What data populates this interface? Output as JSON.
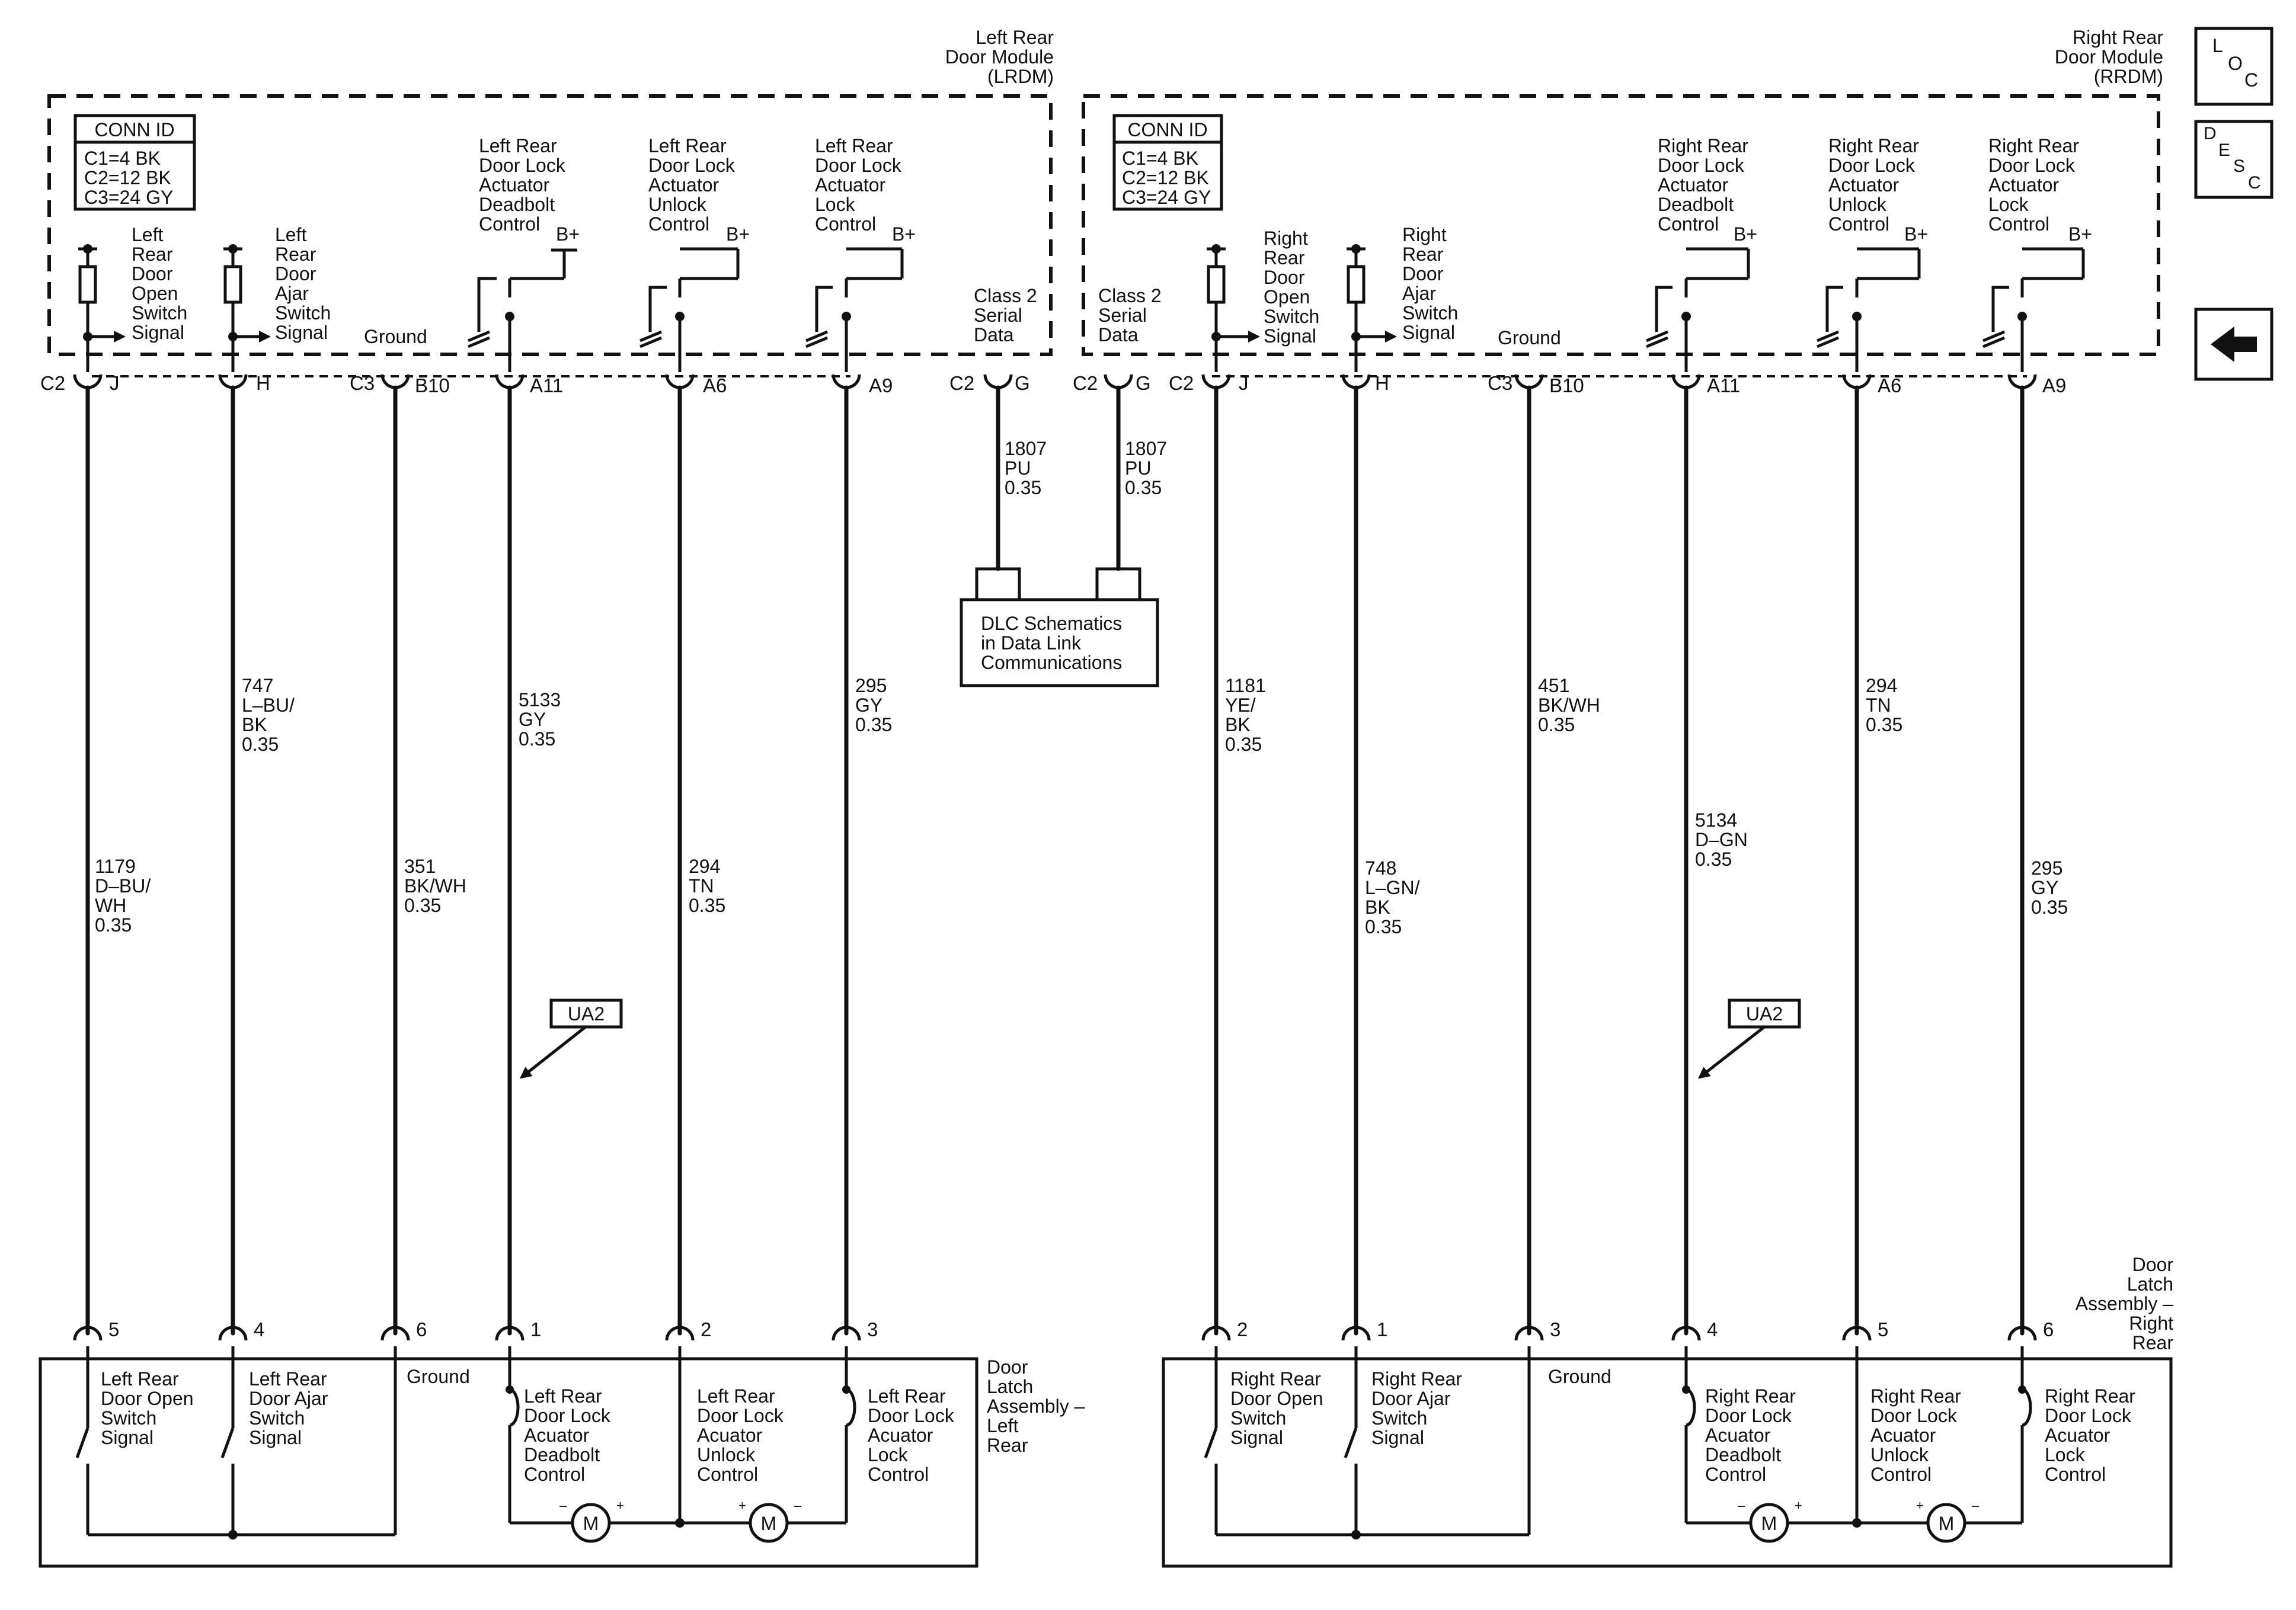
{
  "modules": {
    "lrdm": {
      "title": [
        "Left Rear",
        "Door Module",
        "(LRDM)"
      ]
    },
    "rrdm": {
      "title": [
        "Right Rear",
        "Door Module",
        "(RRDM)"
      ]
    }
  },
  "conn_id": {
    "header": "CONN ID",
    "lines": [
      "C1=4 BK",
      "C2=12 BK",
      "C3=24 GY"
    ]
  },
  "module_labels": {
    "lrdm": [
      [
        "Left",
        "Rear",
        "Door",
        "Open",
        "Switch",
        "Signal"
      ],
      [
        "Left",
        "Rear",
        "Door",
        "Ajar",
        "Switch",
        "Signal"
      ],
      [
        "Ground"
      ],
      [
        "Left Rear",
        "Door Lock",
        "Actuator",
        "Deadbolt",
        "Control"
      ],
      [
        "Left Rear",
        "Door Lock",
        "Actuator",
        "Unlock",
        "Control"
      ],
      [
        "Left Rear",
        "Door Lock",
        "Actuator",
        "Lock",
        "Control"
      ],
      [
        "Class 2",
        "Serial",
        "Data"
      ]
    ],
    "rrdm": [
      [
        "Class 2",
        "Serial",
        "Data"
      ],
      [
        "Right",
        "Rear",
        "Door",
        "Open",
        "Switch",
        "Signal"
      ],
      [
        "Right",
        "Rear",
        "Door",
        "Ajar",
        "Switch",
        "Signal"
      ],
      [
        "Ground"
      ],
      [
        "Right Rear",
        "Door Lock",
        "Actuator",
        "Deadbolt",
        "Control"
      ],
      [
        "Right Rear",
        "Door Lock",
        "Actuator",
        "Unlock",
        "Control"
      ],
      [
        "Right Rear",
        "Door Lock",
        "Actuator",
        "Lock",
        "Control"
      ]
    ]
  },
  "b_plus": "B+",
  "connectors": {
    "lrdm": [
      "C2",
      "J",
      "H",
      "C3",
      "B10",
      "A11",
      "A6",
      "A9",
      "C2",
      "G"
    ],
    "rrdm": [
      "C2",
      "G",
      "C2",
      "J",
      "H",
      "C3",
      "B10",
      "A11",
      "A6",
      "A9"
    ]
  },
  "wires": {
    "left": [
      [
        "1179",
        "D–BU/",
        "WH",
        "0.35"
      ],
      [
        "747",
        "L–BU/",
        "BK",
        "0.35"
      ],
      [
        "351",
        "BK/WH",
        "0.35"
      ],
      [
        "5133",
        "GY",
        "0.35"
      ],
      [
        "294",
        "TN",
        "0.35"
      ],
      [
        "295",
        "GY",
        "0.35"
      ]
    ],
    "serial_left": [
      "1807",
      "PU",
      "0.35"
    ],
    "serial_right": [
      "1807",
      "PU",
      "0.35"
    ],
    "right": [
      [
        "1181",
        "YE/",
        "BK",
        "0.35"
      ],
      [
        "748",
        "L–GN/",
        "BK",
        "0.35"
      ],
      [
        "451",
        "BK/WH",
        "0.35"
      ],
      [
        "294",
        "TN",
        "0.35"
      ],
      [
        "5134",
        "D–GN",
        "0.35"
      ],
      [
        "295",
        "GY",
        "0.35"
      ]
    ]
  },
  "dlc": [
    "DLC Schematics",
    "in Data Link",
    "Communications"
  ],
  "ua2": "UA2",
  "latch_pins": {
    "left": [
      "5",
      "4",
      "6",
      "1",
      "2",
      "3"
    ],
    "right": [
      "2",
      "1",
      "3",
      "4",
      "5",
      "6"
    ]
  },
  "latch_titles": {
    "left": [
      "Door",
      "Latch",
      "Assembly –",
      "Left",
      "Rear"
    ],
    "right": [
      "Door",
      "Latch",
      "Assembly –",
      "Right",
      "Rear"
    ]
  },
  "latch_labels": {
    "left": [
      [
        "Left Rear",
        "Door Open",
        "Switch",
        "Signal"
      ],
      [
        "Left Rear",
        "Door Ajar",
        "Switch",
        "Signal"
      ],
      [
        "Ground"
      ],
      [
        "Left Rear",
        "Door Lock",
        "Acuator",
        "Deadbolt",
        "Control"
      ],
      [
        "Left Rear",
        "Door Lock",
        "Acuator",
        "Unlock",
        "Control"
      ],
      [
        "Left Rear",
        "Door Lock",
        "Acuator",
        "Lock",
        "Control"
      ]
    ],
    "right": [
      [
        "Right Rear",
        "Door Open",
        "Switch",
        "Signal"
      ],
      [
        "Right Rear",
        "Door Ajar",
        "Switch",
        "Signal"
      ],
      [
        "Ground"
      ],
      [
        "Right Rear",
        "Door Lock",
        "Acuator",
        "Deadbolt",
        "Control"
      ],
      [
        "Right Rear",
        "Door Lock",
        "Acuator",
        "Unlock",
        "Control"
      ],
      [
        "Right Rear",
        "Door Lock",
        "Acuator",
        "Lock",
        "Control"
      ]
    ]
  },
  "motor": {
    "letter": "M",
    "minus": "–",
    "plus": "+"
  },
  "side_buttons": {
    "loc": [
      "L",
      "O",
      "C"
    ],
    "desc": [
      "D",
      "E",
      "S",
      "C"
    ],
    "back_icon": "left-arrow-icon"
  }
}
